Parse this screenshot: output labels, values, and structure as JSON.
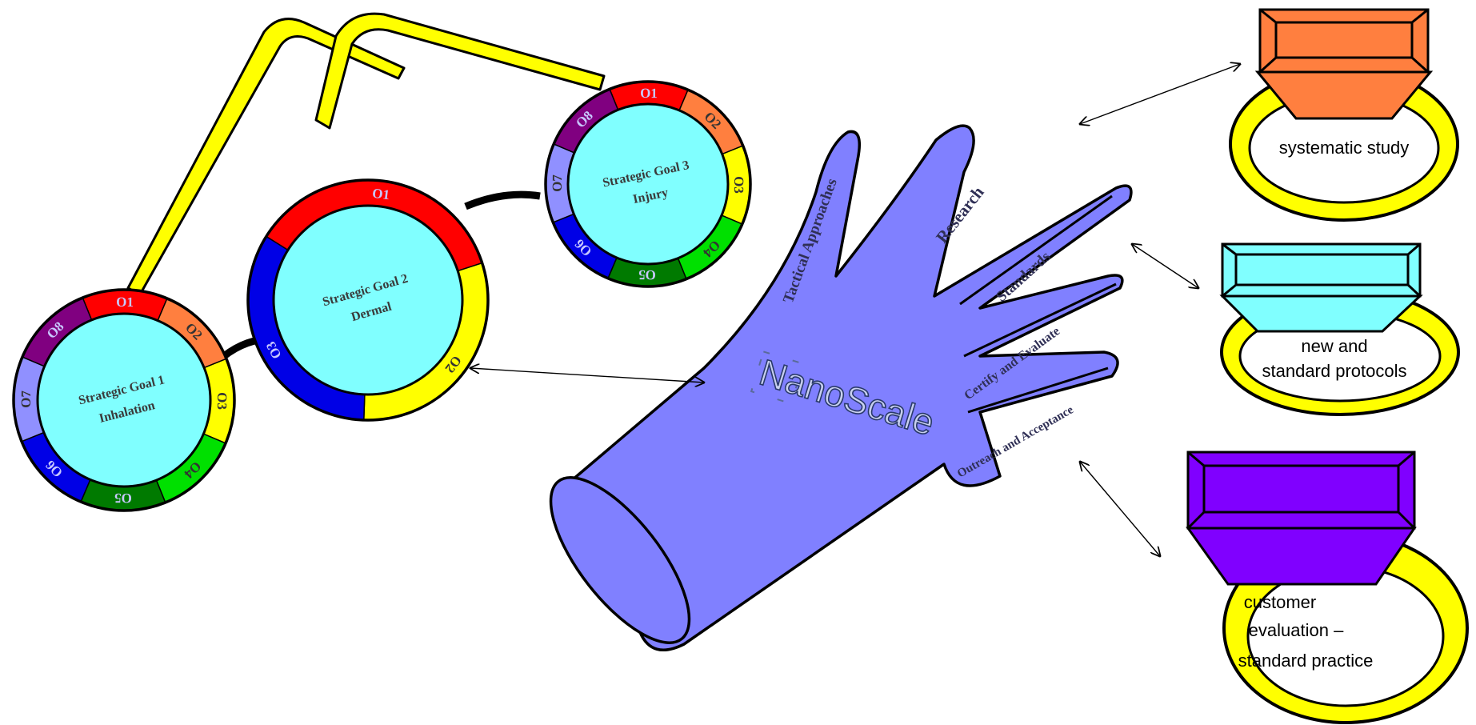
{
  "glasses": {
    "lenses": [
      {
        "id": "goal1",
        "title": "Strategic Goal 1",
        "subtitle": "Inhalation",
        "segments": [
          "O1",
          "O2",
          "O3",
          "O4",
          "O5",
          "O6",
          "O7",
          "O8"
        ]
      },
      {
        "id": "goal2",
        "title": "Strategic Goal 2",
        "subtitle": "Dermal",
        "segments": [
          "O1",
          "O2",
          "O3"
        ]
      },
      {
        "id": "goal3",
        "title": "Strategic Goal 3",
        "subtitle": "Injury",
        "segments": [
          "O1",
          "O2",
          "O3",
          "O4",
          "O5",
          "O6",
          "O7",
          "O8"
        ]
      }
    ],
    "segment_colors": [
      "#ff0000",
      "#ff7f3f",
      "#ffff00",
      "#00e000",
      "#007a00",
      "#0000e6",
      "#9090ff",
      "#800080"
    ]
  },
  "glove": {
    "thumb_label": "Tactical Approaches",
    "fingers": [
      "Research",
      "Standards",
      "Certify and Evaluate",
      "Outreach and Acceptance"
    ],
    "logo": "NanoScale",
    "color": "#8080ff"
  },
  "rings": [
    {
      "label": "systematic study",
      "gem_color": "#ff7f3f"
    },
    {
      "label_line1": "new and",
      "label_line2": "standard protocols",
      "gem_color": "#80ffff"
    },
    {
      "label_line1": "customer",
      "label_line2": "evaluation –",
      "label_line3": "standard practice",
      "gem_color": "#8000ff"
    }
  ],
  "colors": {
    "lens_fill": "#80ffff",
    "frame": "#ffff00",
    "bridge": "#000000",
    "band": "#ffff00"
  }
}
